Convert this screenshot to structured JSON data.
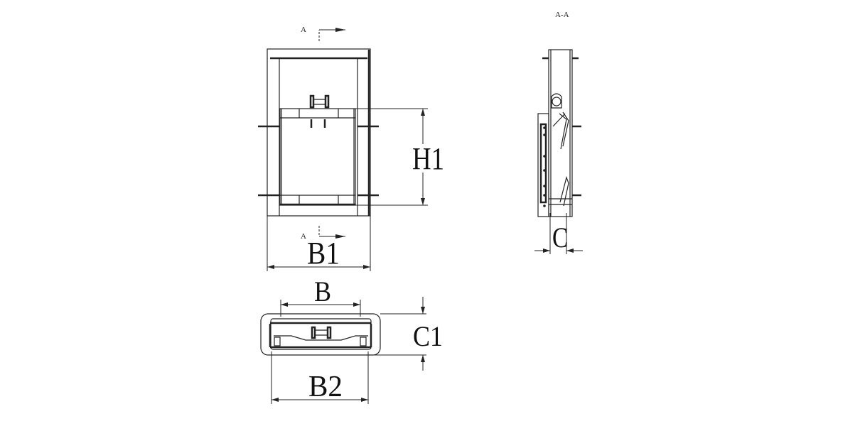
{
  "drawing": {
    "section_marker": "A",
    "section_title": "A-A",
    "dimensions": {
      "h1": "H1",
      "b1": "B1",
      "b": "B",
      "c1": "C1",
      "b2": "B2",
      "c": "C"
    }
  }
}
